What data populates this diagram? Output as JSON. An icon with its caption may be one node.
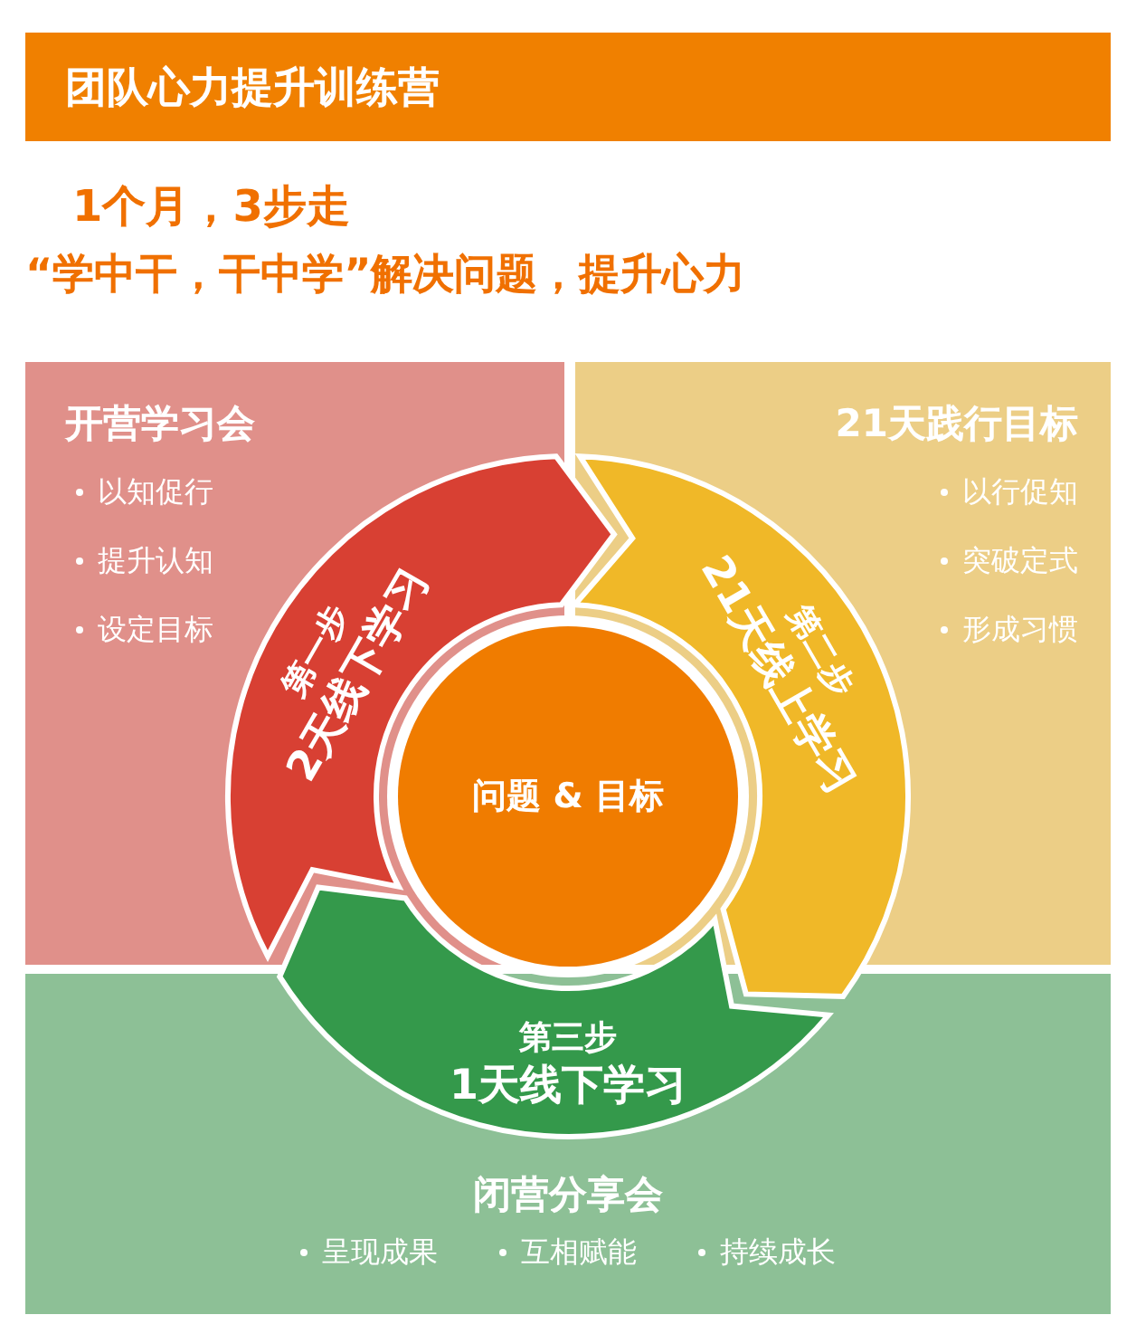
{
  "diagram": {
    "title": "团队心力提升训练营",
    "nodes": [
      {
        "text": [
          "开营学习会",
          "以知促行",
          "提升认知",
          "设定目标"
        ]
      },
      {
        "text": [
          "21天践行目标",
          "以行促知",
          "突破定式",
          "形成习惯"
        ]
      },
      {
        "text": [
          "闭营分享会",
          "呈现成果",
          "互相赋能",
          "持续成长"
        ]
      },
      {
        "text": [
          "第一步",
          "2天线下学习"
        ]
      },
      {
        "text": [
          "第二步",
          "21天线上学习"
        ]
      },
      {
        "text": [
          "第三步",
          "1天线下学习"
        ]
      },
      {
        "text": [
          "问题 & 目标"
        ]
      }
    ],
    "labels": [
      "1个月，3步走",
      "“学中干，干中学”解决问题，提升心力"
    ]
  }
}
